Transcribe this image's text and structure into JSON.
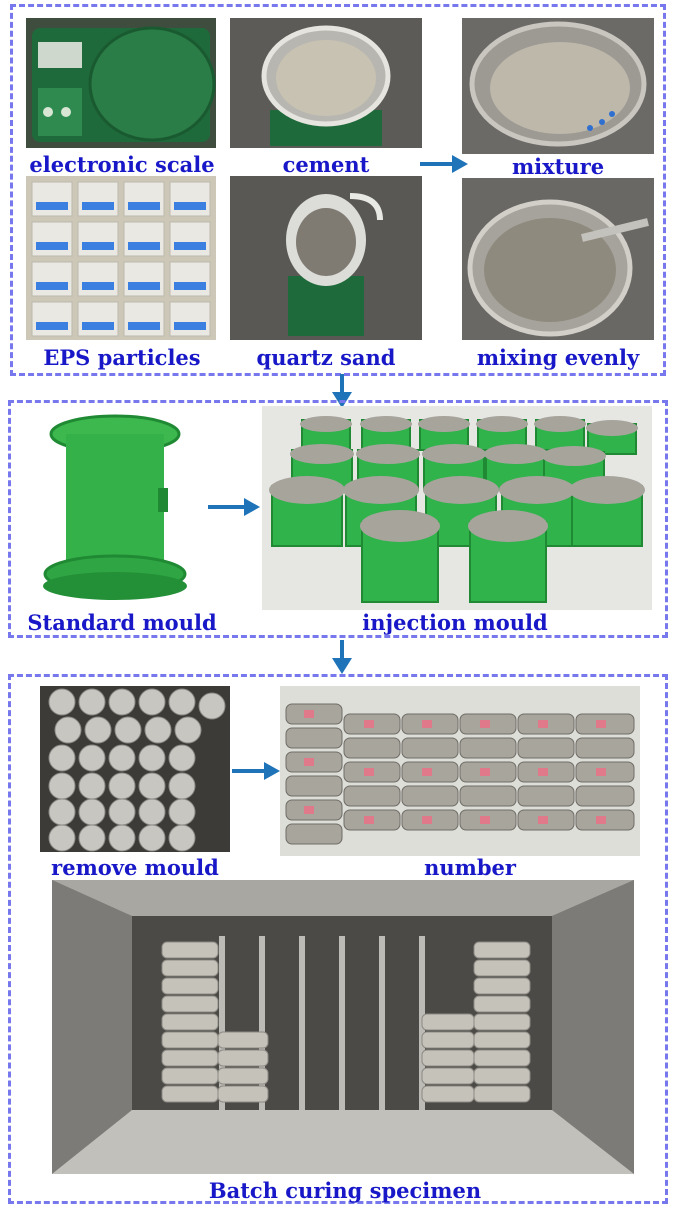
{
  "labels": {
    "electronic_scale": "electronic scale",
    "cement": "cement",
    "mixture": "mixture",
    "eps_particles": "EPS particles",
    "quartz_sand": "quartz sand",
    "mixing_evenly": "mixing evenly",
    "standard_mould": "Standard mould",
    "injection_mould": "injection mould",
    "remove_mould": "remove mould",
    "number": "number",
    "batch_curing": "Batch curing specimen"
  },
  "colors": {
    "label": "#1818c8",
    "dashed_border": "#7777ee",
    "arrow": "#1f73b8",
    "mould_green": "#2fb34a",
    "specimen_grey": "#a7a49c"
  }
}
